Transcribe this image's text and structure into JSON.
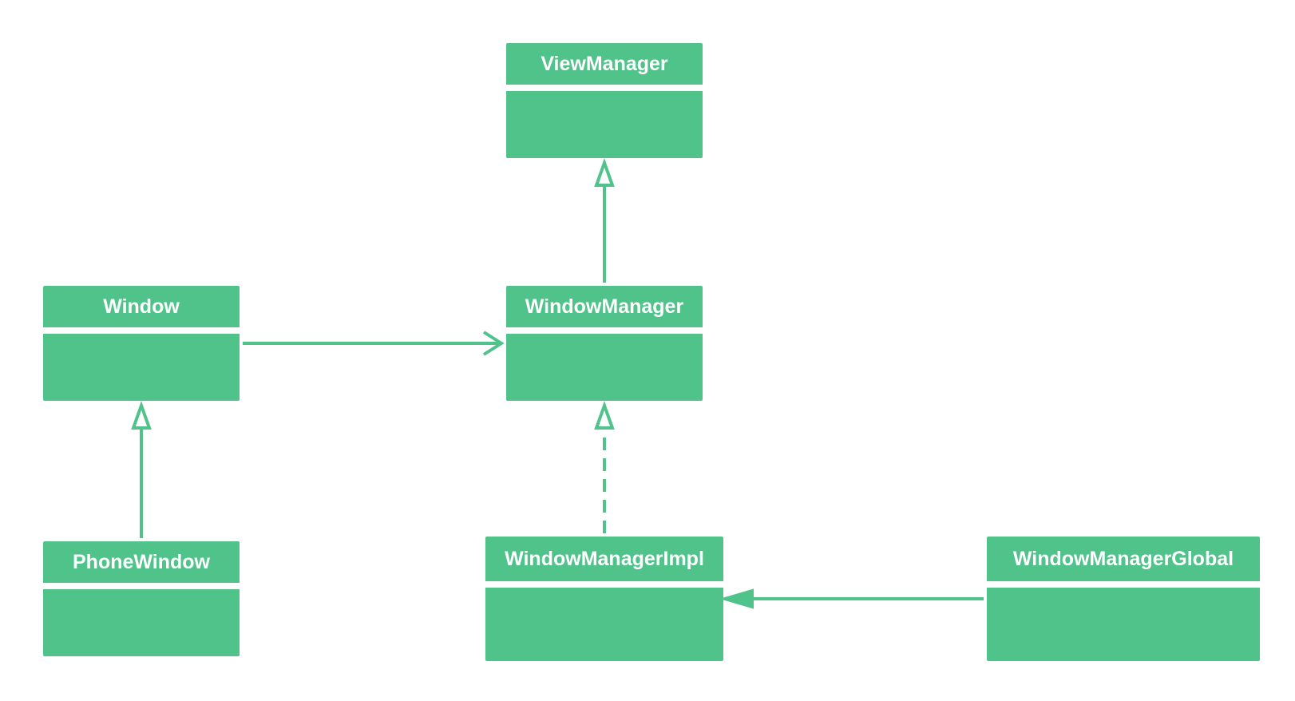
{
  "diagram": {
    "accent_color": "#50c38b",
    "classes": {
      "view_manager": "ViewManager",
      "window": "Window",
      "window_manager": "WindowManager",
      "phone_window": "PhoneWindow",
      "window_manager_impl": "WindowManagerImpl",
      "window_manager_global": "WindowManagerGlobal"
    },
    "relations": [
      {
        "from": "WindowManager",
        "to": "ViewManager",
        "kind": "generalization"
      },
      {
        "from": "Window",
        "to": "WindowManager",
        "kind": "association"
      },
      {
        "from": "PhoneWindow",
        "to": "Window",
        "kind": "generalization"
      },
      {
        "from": "WindowManagerImpl",
        "to": "WindowManager",
        "kind": "realization"
      },
      {
        "from": "WindowManagerGlobal",
        "to": "WindowManagerImpl",
        "kind": "directed-association"
      }
    ]
  }
}
